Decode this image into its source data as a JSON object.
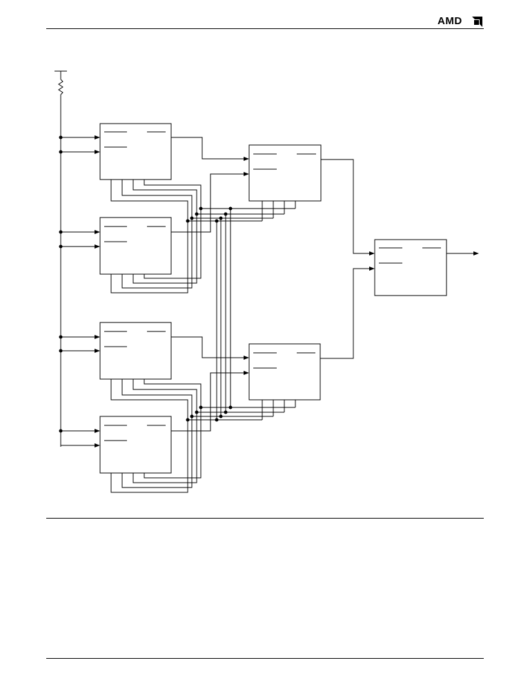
{
  "header": {
    "logo_text": "AMD",
    "logo_icon": "amd-arrow-logo-icon"
  },
  "diagram": {
    "description_nodes": [
      "pull-up-resistor",
      "block-1",
      "block-2",
      "block-3",
      "block-4",
      "block-5",
      "block-6",
      "block-7"
    ],
    "stroke_color": "#000000",
    "background_color": "#ffffff"
  }
}
